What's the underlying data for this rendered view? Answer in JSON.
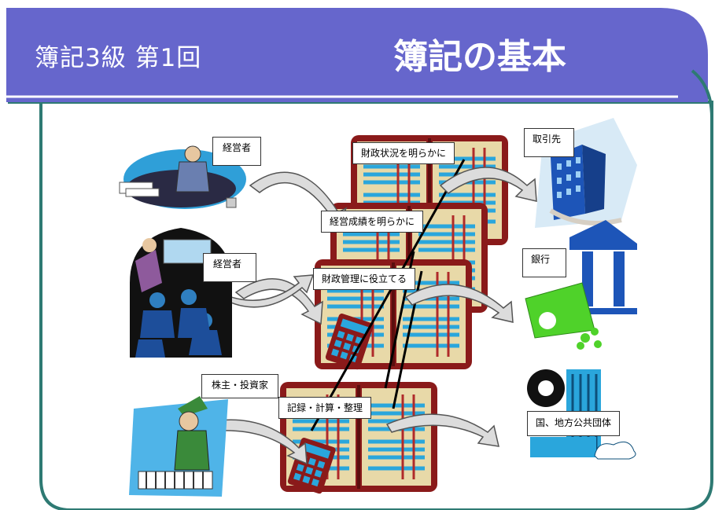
{
  "header": {
    "subtitle": "簿記3級 第1回",
    "title": "簿記の基本"
  },
  "labels": {
    "manager_top": "経営者",
    "financial_status": "財政状況を明らかに",
    "business_results": "経営成績を明らかに",
    "financial_management": "財政管理に役立てる",
    "manager_mid": "経営者",
    "trading_partner": "取引先",
    "bank": "銀行",
    "shareholders": "株主・投資家",
    "recording": "記録・計算・整理",
    "government": "国、地方公共団体"
  },
  "colors": {
    "header_bg": "#6666cc",
    "frame": "#2e7a73",
    "ledger_border": "#7a1414",
    "ledger_fill": "#e8d9a8",
    "ledger_lines": "#29a3d6"
  }
}
